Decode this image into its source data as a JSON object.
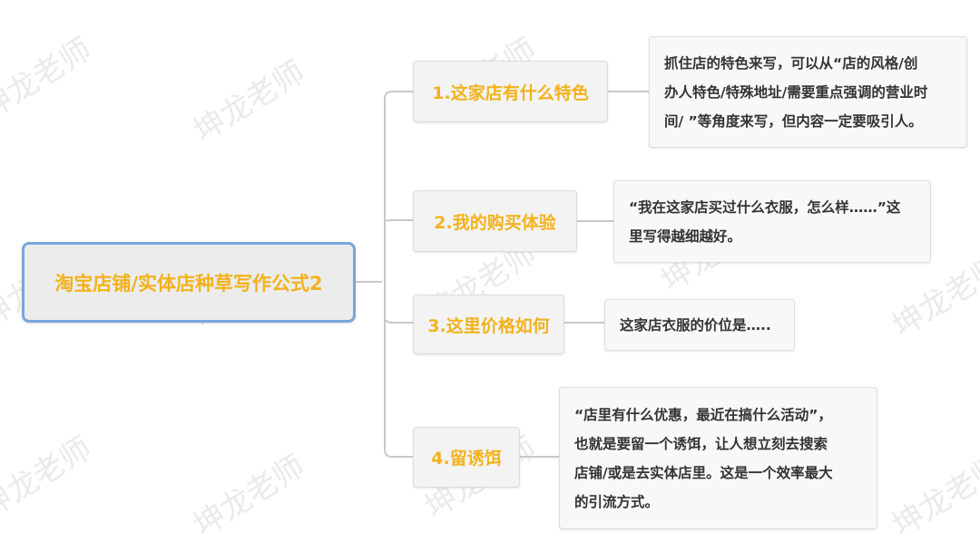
{
  "mindmap": {
    "root": {
      "label": "淘宝店铺/实体店种草写作公式2"
    },
    "branches": [
      {
        "label": "1.这家店有什么特色",
        "detail": "抓住店的特色来写，可以从“店的风格/创办人特色/特殊地址/需要重点强调的营业时间/ ”等角度来写，但内容一定要吸引人。"
      },
      {
        "label": "2.我的购买体验",
        "detail": "“我在这家店买过什么衣服，怎么样……”这里写得越细越好。"
      },
      {
        "label": "3.这里价格如何",
        "detail": "这家店衣服的价位是….."
      },
      {
        "label": "4.留诱饵",
        "detail": "“店里有什么优惠，最近在搞什么活动”，也就是要留一个诱饵，让人想立刻去搜索店铺/或是去实体店里。这是一个效率最大的引流方式。"
      }
    ],
    "detail_lines": {
      "b1": [
        "抓住店的特色来写，可以从“店的风格/创",
        "办人特色/特殊地址/需要重点强调的营业时",
        "间/ ”等角度来写，但内容一定要吸引人。"
      ],
      "b2": [
        "“我在这家店买过什么衣服，怎么样……”这",
        "里写得越细越好。"
      ],
      "b3": [
        "这家店衣服的价位是….."
      ],
      "b4": [
        "“店里有什么优惠，最近在搞什么活动”，",
        "也就是要留一个诱饵，让人想立刻去搜索",
        "店铺/或是去实体店里。这是一个效率最大",
        "的引流方式。"
      ]
    }
  },
  "watermark": {
    "text": "坤龙老师"
  },
  "colors": {
    "root_border": "#7aa6dc",
    "title_text": "#f2b21c",
    "detail_text": "#333333",
    "connector": "#c8c8c8",
    "node_bg": "#f3f3f3"
  }
}
